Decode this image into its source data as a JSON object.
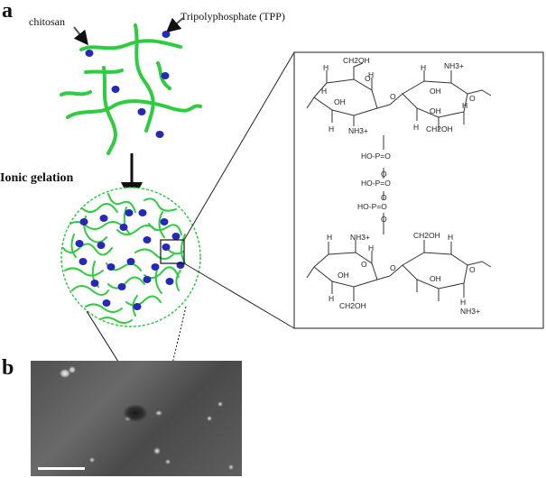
{
  "figure": {
    "panel_a": "a",
    "panel_b": "b",
    "labels": {
      "chitosan": "chitosan",
      "tpp": "Tripolyphosphate (TPP)",
      "ionic_gelation": "Ionic gelation"
    },
    "colors": {
      "chitosan_strand": "#2ecc40",
      "tpp_dot": "#2727b8",
      "structure_box_border": "#444444",
      "micrograph_bg": "#5a5a5a",
      "scale_bar": "#ffffff"
    },
    "structure": {
      "top_chain": {
        "ch2oh_a": "CH2OH",
        "h_a1": "H",
        "o_a": "O",
        "h_a2": "H",
        "oh_a": "OH",
        "h_a3": "H",
        "o_link": "O",
        "h_a4": "H",
        "nh3_a": "NH3+",
        "h_b1": "H",
        "nh3_b": "NH3+",
        "oh_b": "OH",
        "h_b2": "H",
        "h_b3": "OH",
        "o_b": "O",
        "h_b4": "H",
        "ch2oh_b": "CH2OH"
      },
      "tpp_chain": {
        "row1": "HO-P=O",
        "row2": "HO-P=O",
        "row3": "HO-P=O",
        "o": "O"
      },
      "bottom_chain": {
        "h_c1": "H",
        "nh3_c": "NH3+",
        "ch2oh_c": "CH2OH",
        "h_c2": "H",
        "o_c": "O",
        "oh_c": "OH",
        "h_c3": "H",
        "o_link": "O",
        "ch2oh_d": "CH2OH",
        "h_d1": "H",
        "oh_d": "OH",
        "o_d": "O",
        "h_d2": "H",
        "nh3_d": "NH3+"
      }
    }
  }
}
